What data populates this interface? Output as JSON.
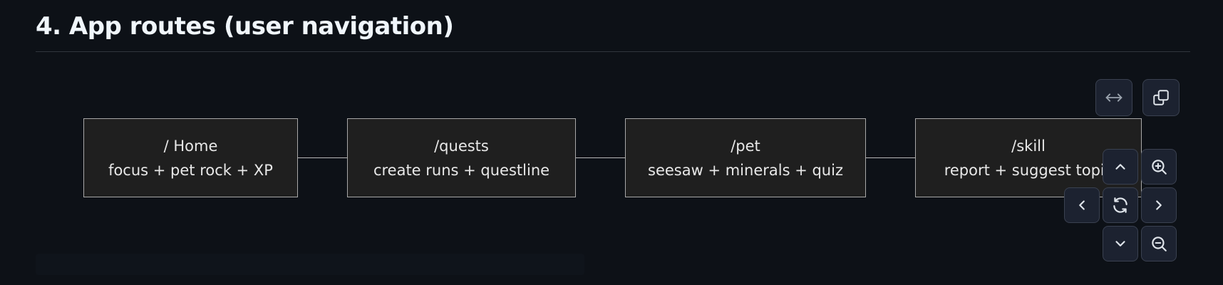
{
  "section": {
    "title": "4. App routes (user navigation)"
  },
  "diagram": {
    "nodes": [
      {
        "route": "/ Home",
        "description": "focus + pet rock + XP"
      },
      {
        "route": "/quests",
        "description": "create runs + questline"
      },
      {
        "route": "/pet",
        "description": "seesaw + minerals + quiz"
      },
      {
        "route": "/skill",
        "description": "report + suggest topic"
      }
    ],
    "edges": [
      {
        "from": "/ Home",
        "to": "/quests"
      },
      {
        "from": "/quests",
        "to": "/pet"
      },
      {
        "from": "/pet",
        "to": "/skill"
      }
    ]
  },
  "controls": {
    "icons": [
      "expand-horizontal-icon",
      "copy-icon",
      "chevron-up-icon",
      "zoom-in-icon",
      "chevron-left-icon",
      "reset-icon",
      "chevron-right-icon",
      "chevron-down-icon",
      "zoom-out-icon"
    ]
  }
}
